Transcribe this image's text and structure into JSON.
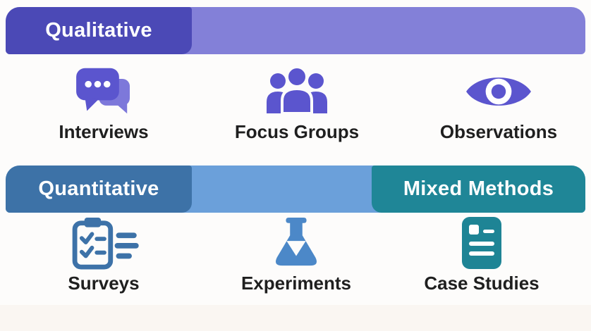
{
  "banners": {
    "qualitative": {
      "label": "Qualitative",
      "tab_color": "#4B49B6",
      "bar_color": "#8380D8"
    },
    "quantitative": {
      "label": "Quantitative",
      "tab_color": "#3D72A7",
      "bar_color": "#6BA0DA"
    },
    "mixed": {
      "label": "Mixed Methods",
      "tab_color": "#1F8697"
    }
  },
  "methods": {
    "qualitative": [
      {
        "label": "Interviews",
        "icon": "chat-bubbles-icon",
        "color": "#5B55CE",
        "color_secondary": "#7D78DA"
      },
      {
        "label": "Focus Groups",
        "icon": "people-group-icon",
        "color": "#5B55CE"
      },
      {
        "label": "Observations",
        "icon": "eye-icon",
        "color": "#5B55CE"
      }
    ],
    "quantitative_mixed": [
      {
        "label": "Surveys",
        "icon": "clipboard-checklist-icon",
        "color": "#3D72A8"
      },
      {
        "label": "Experiments",
        "icon": "flask-icon",
        "color": "#4C88C8"
      },
      {
        "label": "Case Studies",
        "icon": "document-icon",
        "color": "#1E8495"
      }
    ]
  },
  "page": {
    "background": "#fdfcfb",
    "footer_strip_color": "#faf6f2",
    "label_text_color": "#1f1f1f"
  }
}
